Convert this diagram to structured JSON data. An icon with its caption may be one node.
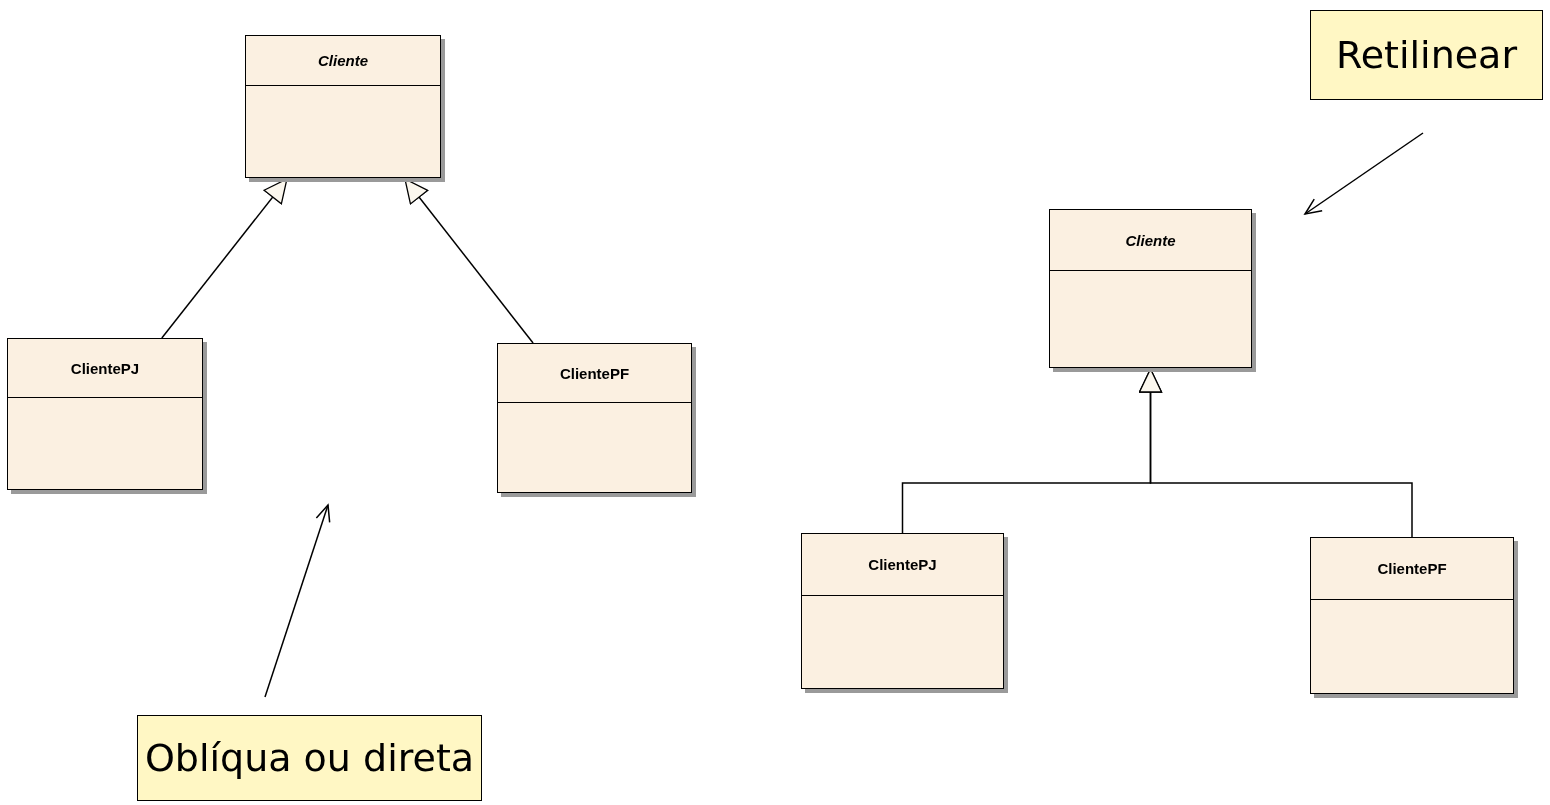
{
  "diagram": {
    "nodes": [
      {
        "text": [
          "Cliente"
        ]
      },
      {
        "text": [
          "ClientePJ"
        ]
      },
      {
        "text": [
          "ClientePF"
        ]
      },
      {
        "text": [
          "Oblíqua ou direta"
        ]
      },
      {
        "text": [
          "Retilinear"
        ]
      },
      {
        "text": [
          "Cliente"
        ]
      },
      {
        "text": [
          "ClientePJ"
        ]
      },
      {
        "text": [
          "ClientePF"
        ]
      }
    ],
    "edges": [
      {
        "from": 1,
        "to": 0,
        "arrow": "to"
      },
      {
        "from": 2,
        "to": 0,
        "arrow": "to"
      },
      {
        "from": 3,
        "to": null,
        "arrow": "to"
      },
      {
        "from": 4,
        "to": null,
        "arrow": "to"
      },
      {
        "from": 6,
        "to": 5,
        "arrow": "to"
      },
      {
        "from": 7,
        "to": 5,
        "arrow": "to"
      }
    ]
  }
}
